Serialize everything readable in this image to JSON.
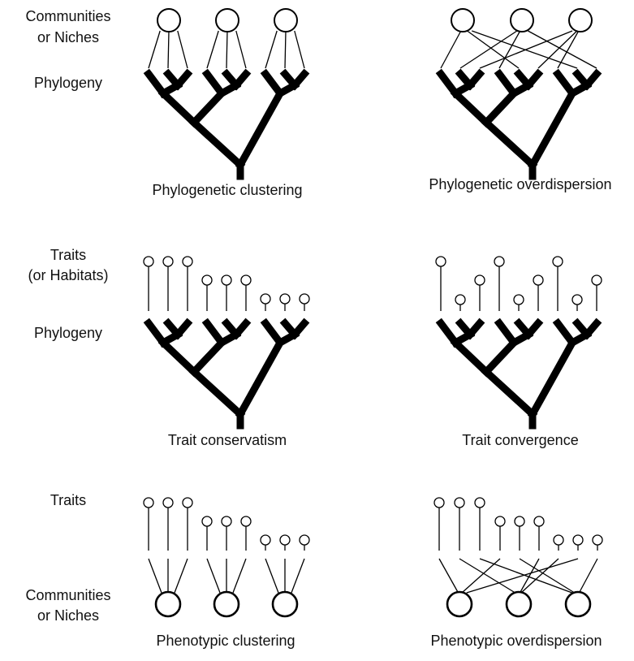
{
  "row_labels": {
    "communities_top": [
      "Communities",
      "or Niches"
    ],
    "phylogeny_1": "Phylogeny",
    "traits_habitats": [
      "Traits",
      "(or Habitats)"
    ],
    "phylogeny_2": "Phylogeny",
    "traits": "Traits",
    "communities_bottom": [
      "Communities",
      "or Niches"
    ]
  },
  "captions": {
    "phylogenetic_clustering": "Phylogenetic clustering",
    "phylogenetic_overdispersion": "Phylogenetic overdispersion",
    "trait_conservatism": "Trait conservatism",
    "trait_convergence": "Trait convergence",
    "phenotypic_clustering": "Phenotypic clustering",
    "phenotypic_overdispersion": "Phenotypic overdispersion"
  },
  "colors": {
    "line": "#000000",
    "text": "#111111",
    "background": "#ffffff"
  }
}
